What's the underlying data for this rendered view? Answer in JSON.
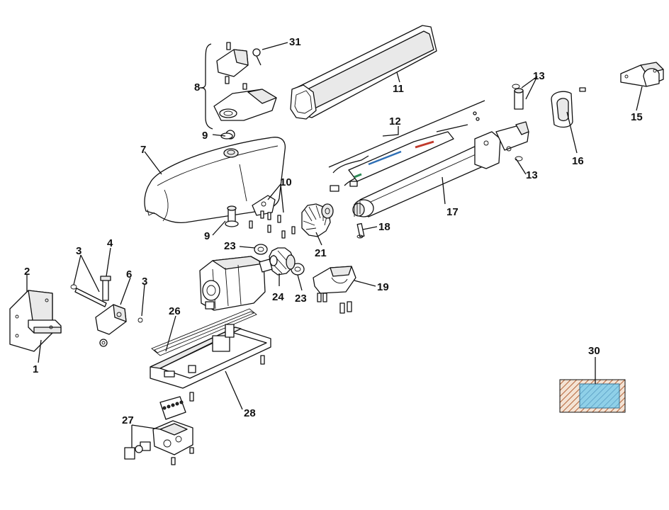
{
  "callouts": {
    "c1": "1",
    "c2": "2",
    "c3a": "3",
    "c3b": "3",
    "c4": "4",
    "c6": "6",
    "c7": "7",
    "c8": "8",
    "c9a": "9",
    "c9b": "9",
    "c10": "10",
    "c11": "11",
    "c12": "12",
    "c13a": "13",
    "c13b": "13",
    "c15": "15",
    "c16": "16",
    "c17": "17",
    "c18": "18",
    "c19": "19",
    "c21": "21",
    "c23a": "23",
    "c23b": "23",
    "c24": "24",
    "c26": "26",
    "c27": "27",
    "c28": "28",
    "c30": "30",
    "c31": "31"
  },
  "colors": {
    "line": "#111111",
    "part_fill": "#ffffff",
    "shade": "#e9e9e9",
    "swatch_hatch": "#b5653a",
    "swatch_fill": "#8fd0e8",
    "wire_red": "#c0392b",
    "wire_blue": "#2e6fb5",
    "wire_green": "#2e8b57"
  }
}
